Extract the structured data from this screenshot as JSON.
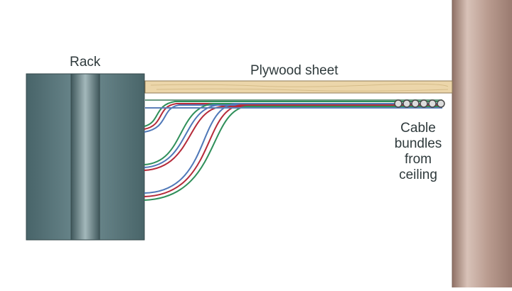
{
  "labels": {
    "rack": "Rack",
    "plywood": "Plywood sheet",
    "cable_lines": [
      "Cable",
      "bundles",
      "from",
      "ceiling"
    ]
  },
  "colors": {
    "wall": "#b89a8e",
    "plywood": "#ecd6aa",
    "rack": "#5c7a80",
    "cable_red": "#b52b3a",
    "cable_green": "#2f8f5a",
    "cable_blue": "#4f78b8"
  }
}
